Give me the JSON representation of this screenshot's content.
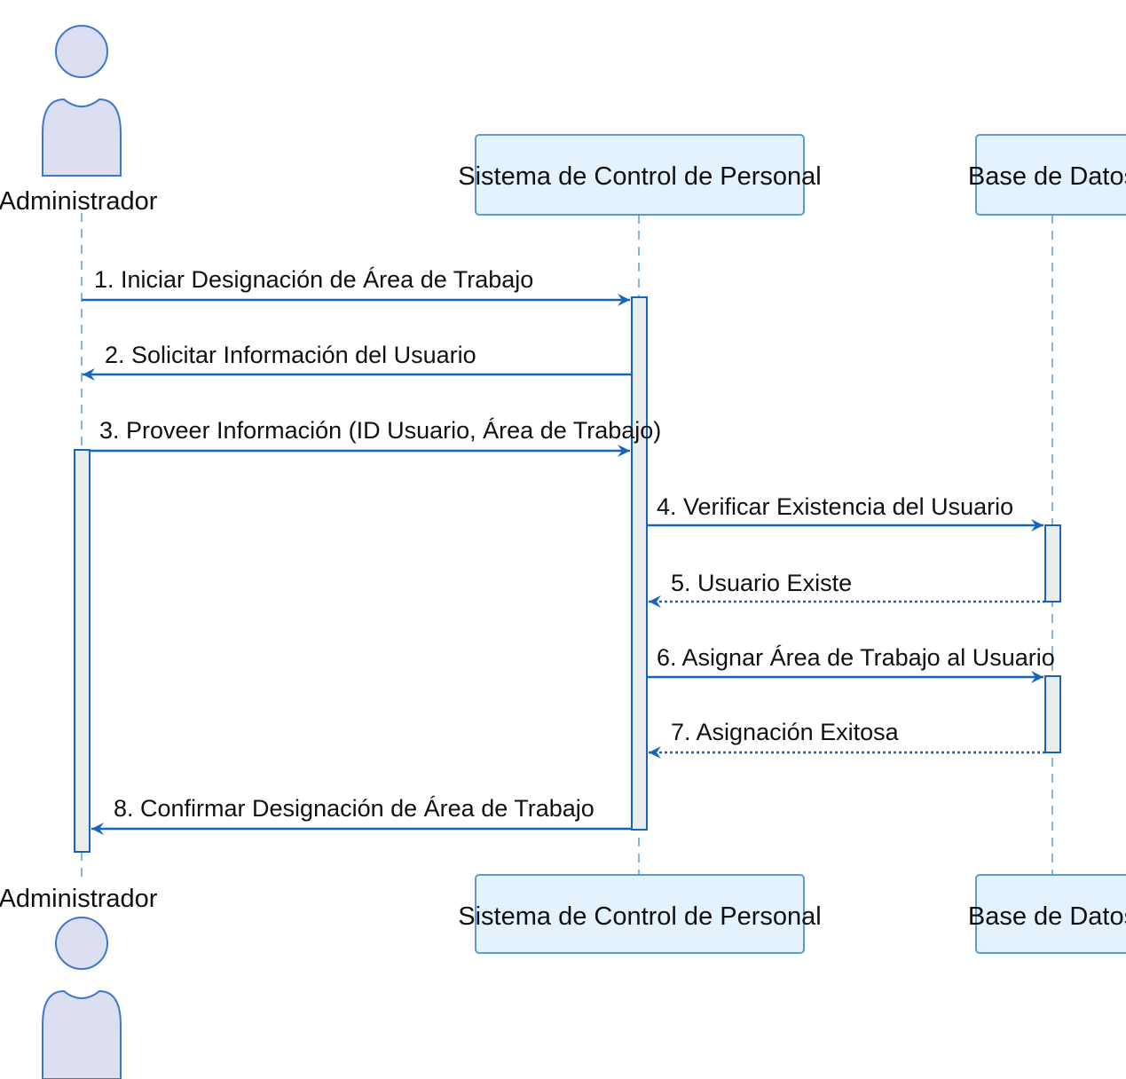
{
  "colors": {
    "line": "#1565c0",
    "lifeline": "#5b9bd5",
    "box_fill": "#e3f2fd",
    "box_stroke": "#5b9bd5",
    "actor_fill": "#dcdff2",
    "actor_stroke": "#3f78c8",
    "activation_fill": "#ececec",
    "text": "#111111"
  },
  "actor": {
    "name": "Administrador"
  },
  "participants": [
    {
      "id": "system",
      "label": "Sistema de Control de Personal"
    },
    {
      "id": "db",
      "label": "Base de Datos"
    }
  ],
  "messages": [
    {
      "label": "1. Iniciar Designación de Área de Trabajo",
      "from": "actor",
      "to": "system",
      "style": "solid"
    },
    {
      "label": "2. Solicitar Información del Usuario",
      "from": "system",
      "to": "actor",
      "style": "solid"
    },
    {
      "label": "3. Proveer Información (ID Usuario, Área de Trabajo)",
      "from": "actor",
      "to": "system",
      "style": "solid"
    },
    {
      "label": "4. Verificar Existencia del Usuario",
      "from": "system",
      "to": "db",
      "style": "solid"
    },
    {
      "label": "5. Usuario Existe",
      "from": "db",
      "to": "system",
      "style": "dotted"
    },
    {
      "label": "6. Asignar Área de Trabajo al Usuario",
      "from": "system",
      "to": "db",
      "style": "solid"
    },
    {
      "label": "7. Asignación Exitosa",
      "from": "db",
      "to": "system",
      "style": "dotted"
    },
    {
      "label": "8. Confirmar Designación de Área de Trabajo",
      "from": "system",
      "to": "actor",
      "style": "solid"
    }
  ]
}
